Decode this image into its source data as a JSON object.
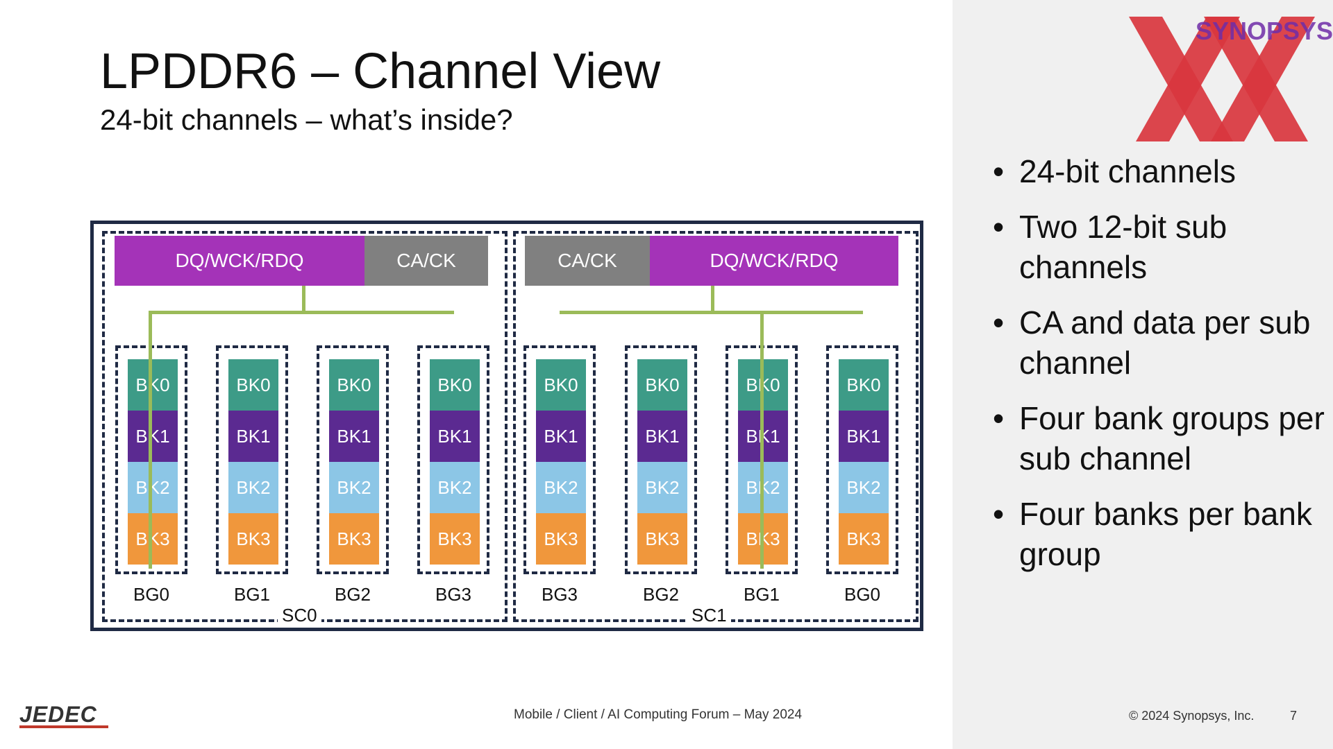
{
  "slide": {
    "title": "LPDDR6 – Channel View",
    "subtitle": "24-bit channels – what’s inside?"
  },
  "diagram": {
    "sub_channels": [
      {
        "label": "SC0",
        "dq_label": "DQ/WCK/RDQ",
        "ca_label": "CA/CK",
        "bank_groups": [
          "BG0",
          "BG1",
          "BG2",
          "BG3"
        ]
      },
      {
        "label": "SC1",
        "dq_label": "DQ/WCK/RDQ",
        "ca_label": "CA/CK",
        "bank_groups": [
          "BG3",
          "BG2",
          "BG1",
          "BG0"
        ]
      }
    ],
    "banks": [
      "BK0",
      "BK1",
      "BK2",
      "BK3"
    ],
    "colors": {
      "dq": "#a433b8",
      "ca": "#808080",
      "bus": "#9bbb59",
      "bk0": "#3d9b87",
      "bk1": "#5b2a91",
      "bk2": "#8cc6e6",
      "bk3": "#f0973c",
      "frame": "#1f2a44"
    }
  },
  "bullets": [
    "24-bit channels",
    "Two 12-bit sub channels",
    "CA and data per sub channel",
    "Four bank groups per sub channel",
    "Four banks per bank group"
  ],
  "footer": {
    "logo_left": "JEDEC",
    "center": "Mobile / Client / AI Computing Forum – May 2024",
    "copyright": "© 2024 Synopsys, Inc.",
    "page": "7"
  },
  "logo": {
    "text": "SYNOPSYS"
  }
}
